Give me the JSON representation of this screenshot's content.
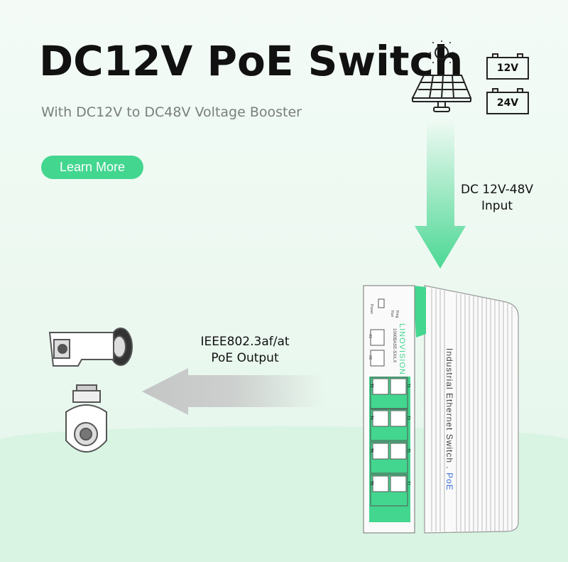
{
  "headline": "DC12V PoE Switch",
  "subtitle": "With DC12V to DC48V Voltage Booster",
  "cta_label": "Learn More",
  "input_label": [
    "DC 12V-48V",
    "Input"
  ],
  "output_label": [
    "IEEE802.3af/at",
    "PoE Output"
  ],
  "batteries": [
    "12V",
    "24V"
  ],
  "switch": {
    "brand": "LINOVISION",
    "side_text": "Industrial Ethernet Switch . ",
    "side_text_accent": "PoE",
    "sfp_label": "1000BASE-SX/LX",
    "sfp_ports": [
      "X1",
      "X2"
    ],
    "leds": [
      "Power",
      "Run",
      "Ring"
    ],
    "ports": [
      "T1",
      "T2",
      "T3",
      "T4",
      "T5",
      "T6",
      "T7",
      "T8"
    ]
  },
  "colors": {
    "accent": "#43d68f",
    "poe_blue": "#3b6fd8",
    "arrow_gray": "#c9cbca"
  }
}
